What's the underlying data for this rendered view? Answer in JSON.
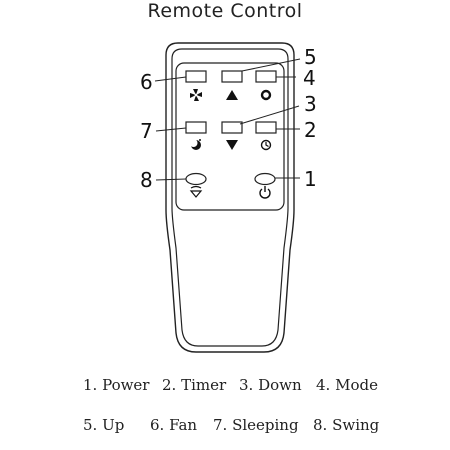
{
  "title": "Remote Control",
  "callouts": {
    "n1": "1",
    "n2": "2",
    "n3": "3",
    "n4": "4",
    "n5": "5",
    "n6": "6",
    "n7": "7",
    "n8": "8"
  },
  "legend": {
    "power": "1. Power",
    "timer": "2. Timer",
    "down": "3. Down",
    "mode": "4. Mode",
    "up": "5. Up",
    "fan": "6. Fan",
    "sleeping": "7. Sleeping",
    "swing": "8. Swing"
  },
  "icons": [
    "fan-icon",
    "up-arrow-icon",
    "mode-icon",
    "sleep-icon",
    "down-arrow-icon",
    "timer-icon",
    "swing-icon",
    "power-icon"
  ],
  "colors": {
    "line": "#222222",
    "background": "#ffffff"
  }
}
